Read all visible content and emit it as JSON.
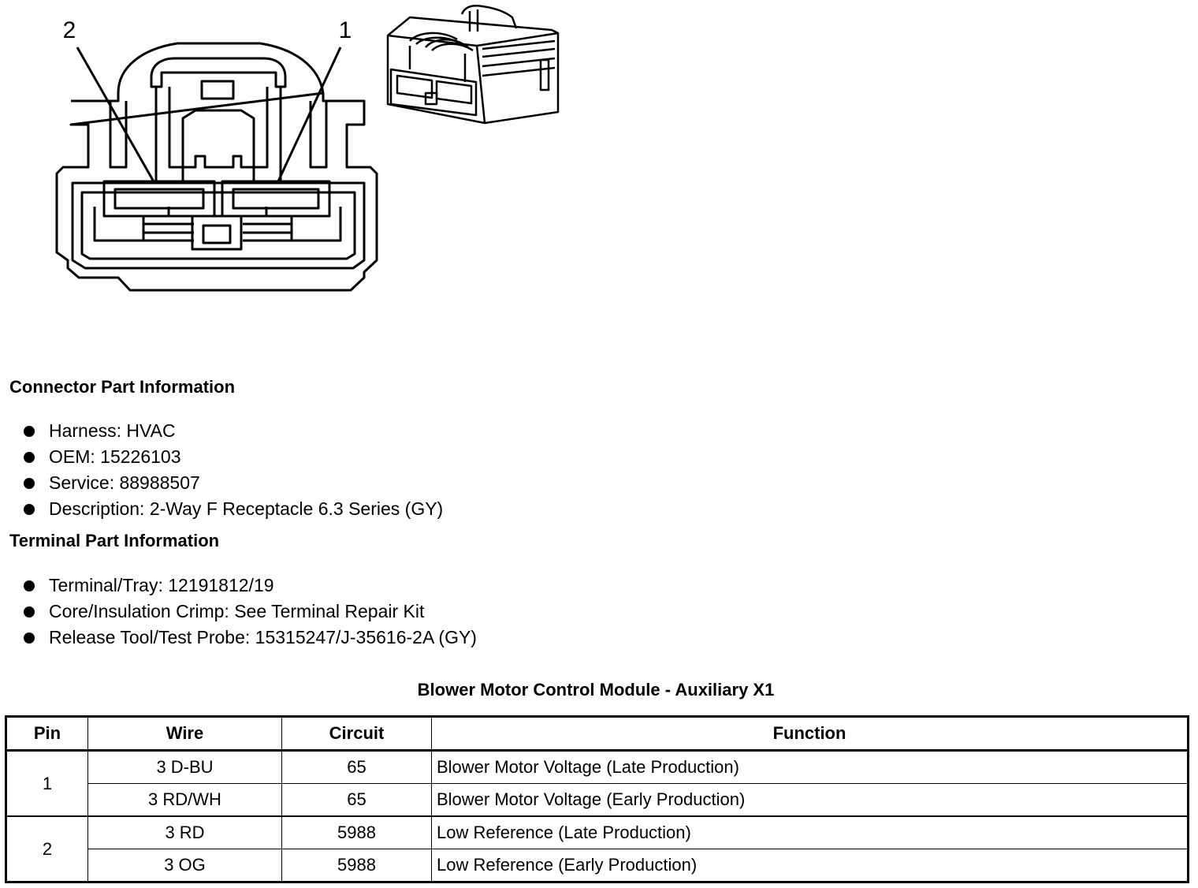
{
  "diagram": {
    "pin_labels": [
      "2",
      "1"
    ]
  },
  "connector_section": {
    "title": "Connector Part Information",
    "items": [
      "Harness: HVAC",
      "OEM: 15226103",
      "Service: 88988507",
      "Description: 2-Way F Receptacle 6.3 Series (GY)"
    ]
  },
  "terminal_section": {
    "title": "Terminal Part Information",
    "items": [
      "Terminal/Tray: 12191812/19",
      "Core/Insulation Crimp: See Terminal Repair Kit",
      "Release Tool/Test Probe: 15315247/J-35616-2A (GY)"
    ]
  },
  "table": {
    "title": "Blower Motor Control Module - Auxiliary X1",
    "headers": [
      "Pin",
      "Wire",
      "Circuit",
      "Function"
    ],
    "groups": [
      {
        "pin": "1",
        "rows": [
          {
            "wire": "3 D-BU",
            "circuit": "65",
            "function": "Blower Motor Voltage (Late Production)"
          },
          {
            "wire": "3 RD/WH",
            "circuit": "65",
            "function": "Blower Motor Voltage (Early Production)"
          }
        ]
      },
      {
        "pin": "2",
        "rows": [
          {
            "wire": "3 RD",
            "circuit": "5988",
            "function": "Low Reference (Late Production)"
          },
          {
            "wire": "3 OG",
            "circuit": "5988",
            "function": "Low Reference (Early Production)"
          }
        ]
      }
    ]
  }
}
